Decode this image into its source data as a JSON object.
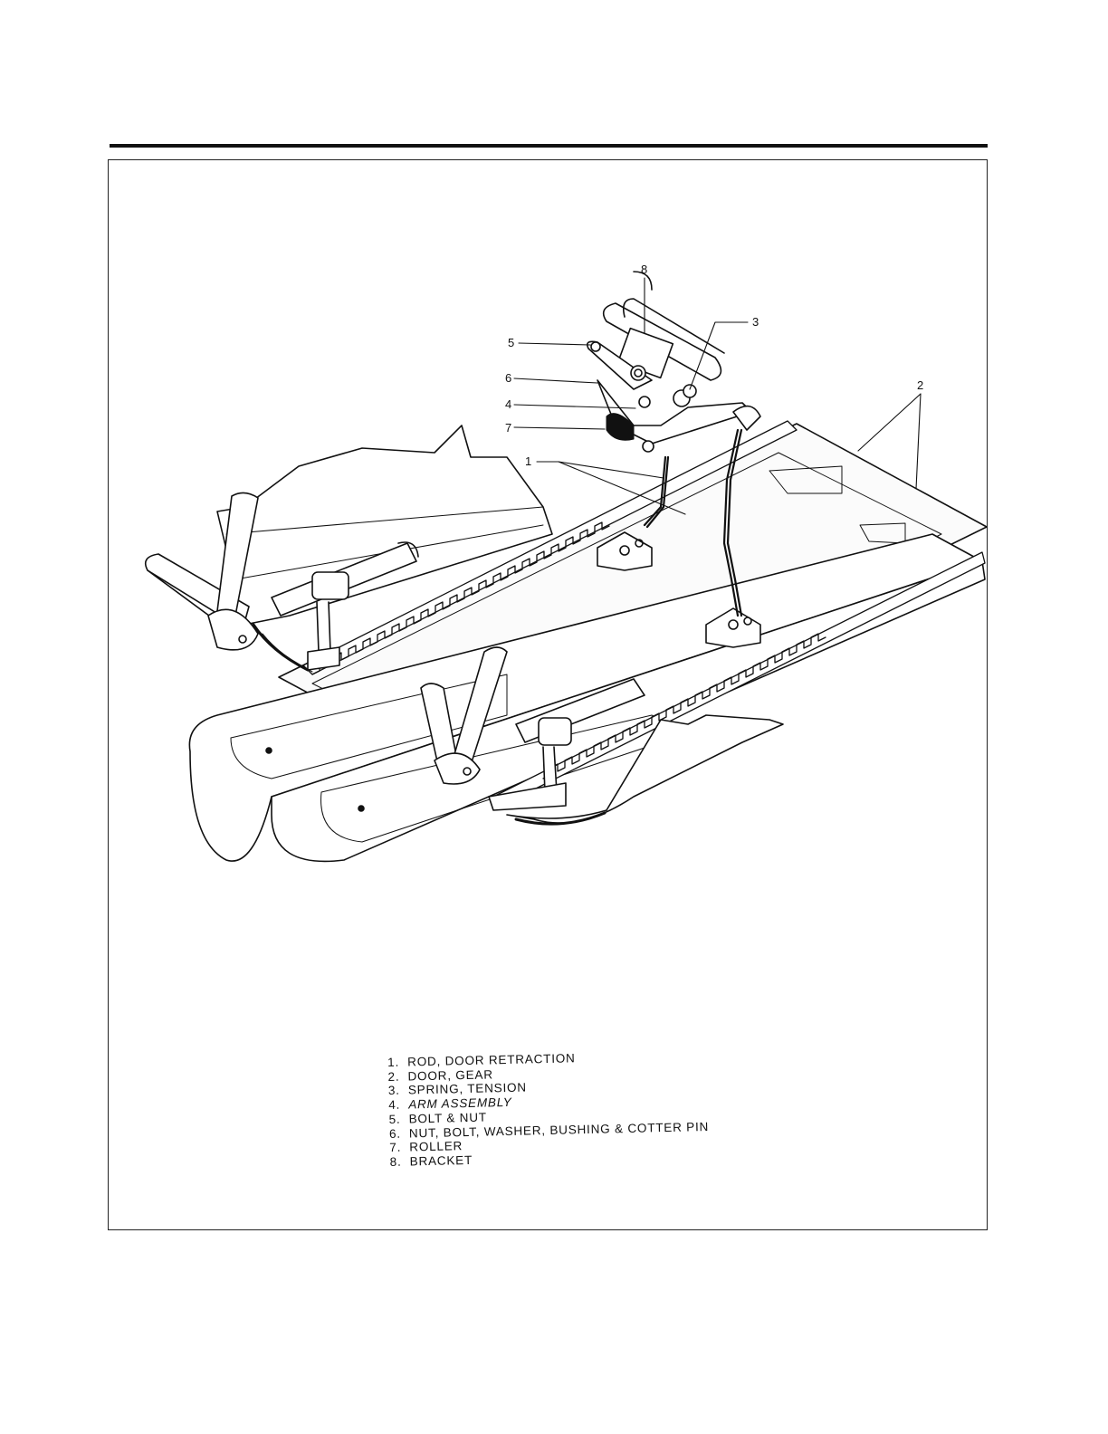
{
  "callouts": {
    "c1": "1",
    "c2": "2",
    "c3": "3",
    "c4": "4",
    "c5": "5",
    "c6": "6",
    "c7": "7",
    "c8": "8"
  },
  "legend": [
    {
      "num": "1.",
      "label": "ROD, DOOR RETRACTION"
    },
    {
      "num": "2.",
      "label": "DOOR, GEAR"
    },
    {
      "num": "3.",
      "label": "SPRING, TENSION"
    },
    {
      "num": "4.",
      "label": "ARM ASSEMBLY"
    },
    {
      "num": "5.",
      "label": "BOLT & NUT"
    },
    {
      "num": "6.",
      "label": "NUT, BOLT, WASHER, BUSHING & COTTER PIN"
    },
    {
      "num": "7.",
      "label": "ROLLER"
    },
    {
      "num": "8.",
      "label": "BRACKET"
    }
  ]
}
